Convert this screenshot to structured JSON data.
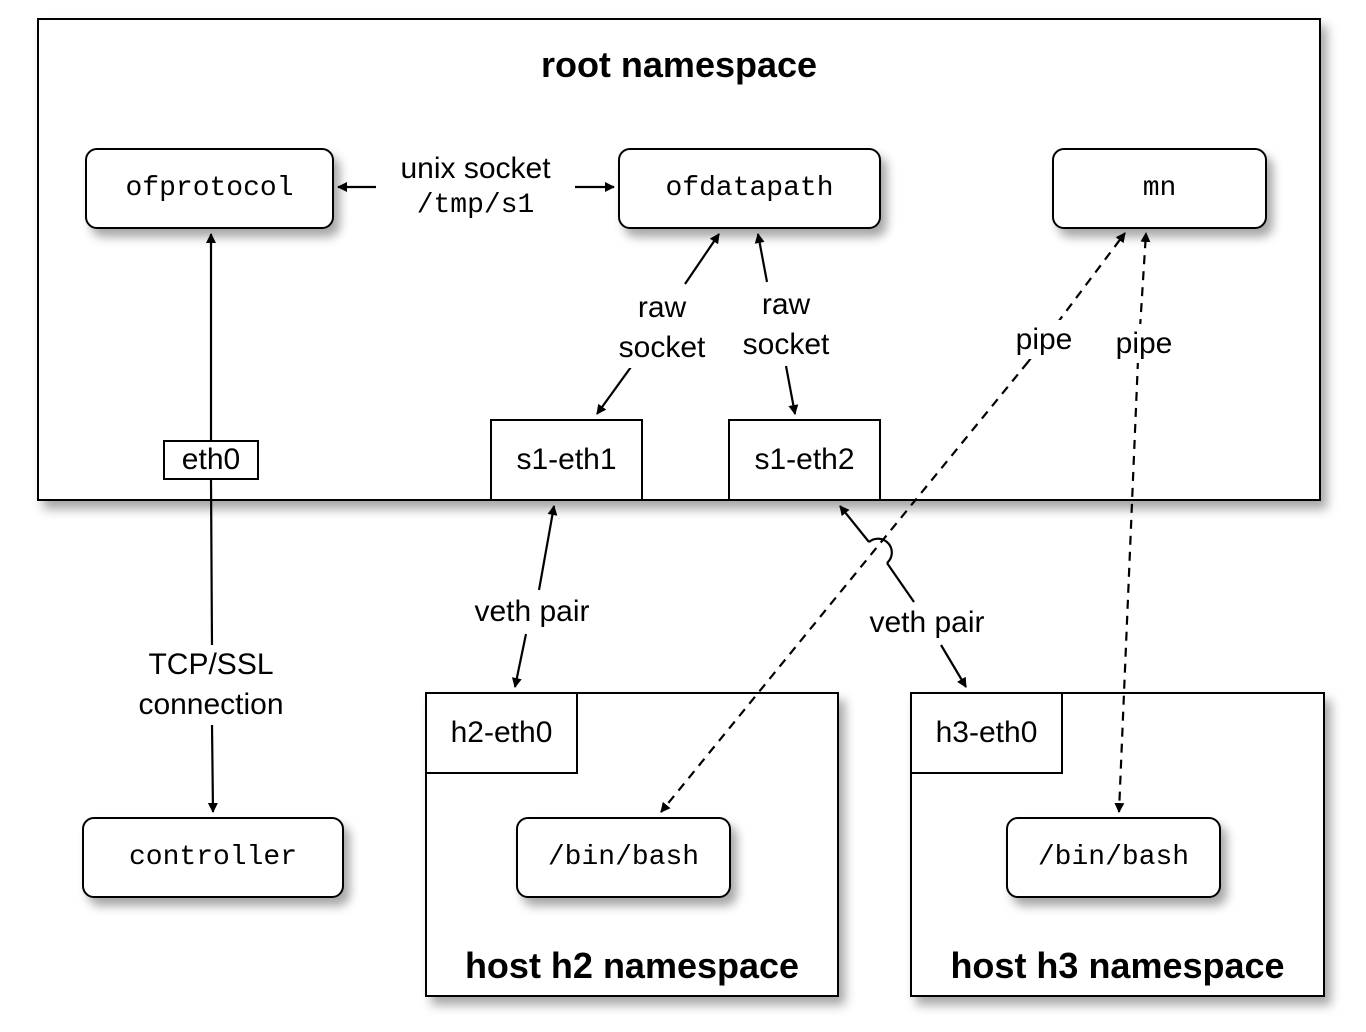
{
  "namespaces": {
    "root": "root namespace",
    "h2": "host h2 namespace",
    "h3": "host h3 namespace"
  },
  "processes": {
    "ofprotocol": "ofprotocol",
    "ofdatapath": "ofdatapath",
    "mn": "mn",
    "controller": "controller",
    "h2_shell": "/bin/bash",
    "h3_shell": "/bin/bash"
  },
  "interfaces": {
    "eth0": "eth0",
    "s1_eth1": "s1-eth1",
    "s1_eth2": "s1-eth2",
    "h2_eth0": "h2-eth0",
    "h3_eth0": "h3-eth0"
  },
  "links": {
    "unix_socket_line1": "unix socket",
    "unix_socket_line2": "/tmp/s1",
    "raw_socket_1_line1": "raw",
    "raw_socket_1_line2": "socket",
    "raw_socket_2_line1": "raw",
    "raw_socket_2_line2": "socket",
    "pipe_1": "pipe",
    "pipe_2": "pipe",
    "veth_pair_1": "veth pair",
    "veth_pair_2": "veth pair",
    "tcp_line1": "TCP/SSL",
    "tcp_line2": "connection"
  }
}
